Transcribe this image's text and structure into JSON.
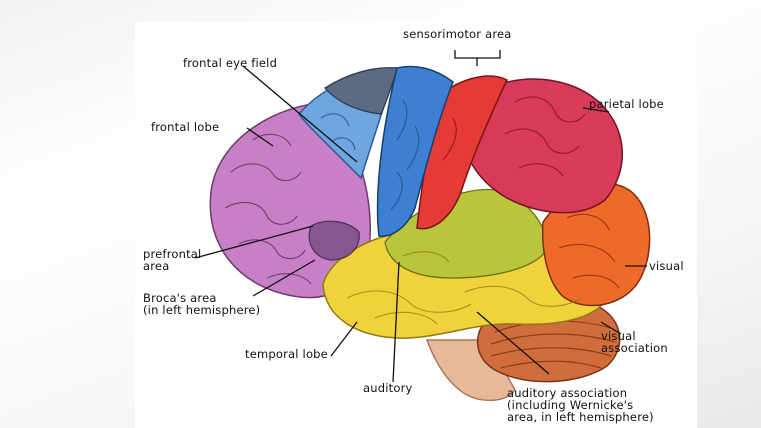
{
  "labels": {
    "sensorimotor": "sensorimotor area",
    "frontal_eye_field": "frontal eye field",
    "parietal_lobe": "parietal lobe",
    "frontal_lobe": "frontal lobe",
    "prefrontal_line1": "prefrontal",
    "prefrontal_line2": "area",
    "visual": "visual",
    "brocas_line1": "Broca's area",
    "brocas_line2": "(in left hemisphere)",
    "visual_assoc_line1": "visual",
    "visual_assoc_line2": "association",
    "temporal_lobe": "temporal lobe",
    "auditory": "auditory",
    "auditory_assoc_line1": "auditory association",
    "auditory_assoc_line2": "(including Wernicke's",
    "auditory_assoc_line3": "area, in left hemisphere)"
  },
  "colors": {
    "frontal_lobe": "#c77fc6",
    "frontal_eye_field": "#6fa6e0",
    "motor_cortex": "#3f7fd1",
    "sensory_cortex": "#e53a35",
    "parietal_lobe": "#d83a5a",
    "temporal_lobe": "#f0d23c",
    "auditory_association": "#b9c53a",
    "occipital_lobe": "#ef6a2a",
    "cerebellum": "#cf6e3c",
    "brainstem": "#e7b99b"
  }
}
